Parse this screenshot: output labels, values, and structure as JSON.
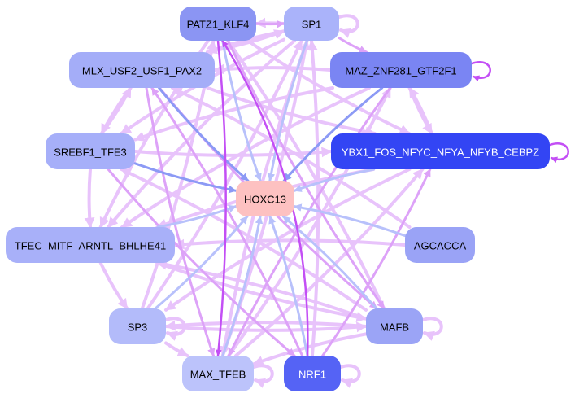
{
  "title": "Transcription factor regulatory network",
  "colors": {
    "background": "#ffffff",
    "edge_light": "#e8c3fb",
    "edge_mid": "#dda2f8",
    "edge_strong": "#c34ff5",
    "edge_blue_light": "#b8c1fb",
    "edge_blue": "#8c9af5"
  },
  "nodes": [
    {
      "id": "PATZ1_KLF4",
      "label": "PATZ1_KLF4",
      "fill": "#8b95f3",
      "text": "#000000"
    },
    {
      "id": "SP1",
      "label": "SP1",
      "fill": "#aab3fa",
      "text": "#000000"
    },
    {
      "id": "MLX_USF2_USF1_PAX2",
      "label": "MLX_USF2_USF1_PAX2",
      "fill": "#a4adf8",
      "text": "#000000"
    },
    {
      "id": "MAZ_ZNF281_GTF2F1",
      "label": "MAZ_ZNF281_GTF2F1",
      "fill": "#7a85f3",
      "text": "#000000"
    },
    {
      "id": "SREBF1_TFE3",
      "label": "SREBF1_TFE3",
      "fill": "#a6aff9",
      "text": "#000000"
    },
    {
      "id": "YBX1_FOS_NFYC_NFYA_NFYB_CEBPZ",
      "label": "YBX1_FOS_NFYC_NFYA_NFYB_CEBPZ",
      "fill": "#3345f4",
      "text": "#ffffff"
    },
    {
      "id": "HOXC13",
      "label": "HOXC13",
      "fill": "#fdc1c1",
      "text": "#000000"
    },
    {
      "id": "TFEC_MITF_ARNTL_BHLHE41",
      "label": "TFEC_MITF_ARNTL_BHLHE41",
      "fill": "#a8b0f9",
      "text": "#000000"
    },
    {
      "id": "AGCACCA",
      "label": "AGCACCA",
      "fill": "#9aa3f6",
      "text": "#000000"
    },
    {
      "id": "SP3",
      "label": "SP3",
      "fill": "#b3bbfa",
      "text": "#000000"
    },
    {
      "id": "MAFB",
      "label": "MAFB",
      "fill": "#9ba4f6",
      "text": "#000000"
    },
    {
      "id": "MAX_TFEB",
      "label": "MAX_TFEB",
      "fill": "#bcc3fb",
      "text": "#000000"
    },
    {
      "id": "NRF1",
      "label": "NRF1",
      "fill": "#5563f5",
      "text": "#ffffff"
    }
  ],
  "edges": [
    {
      "from": "PATZ1_KLF4",
      "to": "HOXC13",
      "color": "edge_blue_light"
    },
    {
      "from": "SP1",
      "to": "HOXC13",
      "color": "edge_blue_light"
    },
    {
      "from": "MLX_USF2_USF1_PAX2",
      "to": "HOXC13",
      "color": "edge_blue"
    },
    {
      "from": "MAZ_ZNF281_GTF2F1",
      "to": "HOXC13",
      "color": "edge_blue"
    },
    {
      "from": "SREBF1_TFE3",
      "to": "HOXC13",
      "color": "edge_blue"
    },
    {
      "from": "YBX1_FOS_NFYC_NFYA_NFYB_CEBPZ",
      "to": "HOXC13",
      "color": "edge_blue_light"
    },
    {
      "from": "TFEC_MITF_ARNTL_BHLHE41",
      "to": "HOXC13",
      "color": "edge_blue_light"
    },
    {
      "from": "AGCACCA",
      "to": "HOXC13",
      "color": "edge_blue_light"
    },
    {
      "from": "SP3",
      "to": "HOXC13",
      "color": "edge_blue_light"
    },
    {
      "from": "MAFB",
      "to": "HOXC13",
      "color": "edge_blue_light"
    },
    {
      "from": "MAX_TFEB",
      "to": "HOXC13",
      "color": "edge_blue_light"
    },
    {
      "from": "NRF1",
      "to": "HOXC13",
      "color": "edge_blue_light"
    },
    {
      "from": "NRF1",
      "to": "PATZ1_KLF4",
      "color": "edge_strong",
      "curve": 0.15
    },
    {
      "from": "PATZ1_KLF4",
      "to": "MAX_TFEB",
      "color": "edge_strong",
      "curve": -0.05
    },
    {
      "from": "NRF1",
      "to": "YBX1_FOS_NFYC_NFYA_NFYB_CEBPZ",
      "color": "edge_mid"
    },
    {
      "from": "PATZ1_KLF4",
      "to": "SP1",
      "color": "edge_mid"
    },
    {
      "from": "SP1",
      "to": "PATZ1_KLF4",
      "color": "edge_light"
    },
    {
      "from": "SP1",
      "to": "MAZ_ZNF281_GTF2F1",
      "color": "edge_mid"
    },
    {
      "from": "SP1",
      "to": "MLX_USF2_USF1_PAX2",
      "color": "edge_light"
    },
    {
      "from": "MAZ_ZNF281_GTF2F1",
      "to": "MLX_USF2_USF1_PAX2",
      "color": "edge_light"
    },
    {
      "from": "MAZ_ZNF281_GTF2F1",
      "to": "YBX1_FOS_NFYC_NFYA_NFYB_CEBPZ",
      "color": "edge_light"
    },
    {
      "from": "YBX1_FOS_NFYC_NFYA_NFYB_CEBPZ",
      "to": "MAZ_ZNF281_GTF2F1",
      "color": "edge_light"
    },
    {
      "from": "MLX_USF2_USF1_PAX2",
      "to": "SREBF1_TFE3",
      "color": "edge_light"
    },
    {
      "from": "SREBF1_TFE3",
      "to": "MLX_USF2_USF1_PAX2",
      "color": "edge_light"
    },
    {
      "from": "SREBF1_TFE3",
      "to": "YBX1_FOS_NFYC_NFYA_NFYB_CEBPZ",
      "color": "edge_light"
    },
    {
      "from": "SREBF1_TFE3",
      "to": "TFEC_MITF_ARNTL_BHLHE41",
      "color": "edge_light"
    },
    {
      "from": "TFEC_MITF_ARNTL_BHLHE41",
      "to": "SP3",
      "color": "edge_light"
    },
    {
      "from": "SP3",
      "to": "MAFB",
      "color": "edge_light"
    },
    {
      "from": "MAFB",
      "to": "SP3",
      "color": "edge_light"
    },
    {
      "from": "SP3",
      "to": "MAX_TFEB",
      "color": "edge_light"
    },
    {
      "from": "MAFB",
      "to": "TFEC_MITF_ARNTL_BHLHE41",
      "color": "edge_light"
    },
    {
      "from": "MAFB",
      "to": "SREBF1_TFE3",
      "color": "edge_light"
    },
    {
      "from": "MAFB",
      "to": "MAX_TFEB",
      "color": "edge_light"
    },
    {
      "from": "MAFB",
      "to": "PATZ1_KLF4",
      "color": "edge_light"
    },
    {
      "from": "AGCACCA",
      "to": "TFEC_MITF_ARNTL_BHLHE41",
      "color": "edge_light"
    },
    {
      "from": "AGCACCA",
      "to": "MLX_USF2_USF1_PAX2",
      "color": "edge_light"
    },
    {
      "from": "MAX_TFEB",
      "to": "YBX1_FOS_NFYC_NFYA_NFYB_CEBPZ",
      "color": "edge_light"
    },
    {
      "from": "MAX_TFEB",
      "to": "MAZ_ZNF281_GTF2F1",
      "color": "edge_light"
    },
    {
      "from": "NRF1",
      "to": "MLX_USF2_USF1_PAX2",
      "color": "edge_mid"
    },
    {
      "from": "NRF1",
      "to": "SP1",
      "color": "edge_light"
    },
    {
      "from": "MLX_USF2_USF1_PAX2",
      "to": "MAFB",
      "color": "edge_mid"
    },
    {
      "from": "MLX_USF2_USF1_PAX2",
      "to": "MAX_TFEB",
      "color": "edge_mid"
    },
    {
      "from": "MLX_USF2_USF1_PAX2",
      "to": "YBX1_FOS_NFYC_NFYA_NFYB_CEBPZ",
      "color": "edge_light"
    },
    {
      "from": "SP1",
      "to": "TFEC_MITF_ARNTL_BHLHE41",
      "color": "edge_light"
    },
    {
      "from": "SP1",
      "to": "SREBF1_TFE3",
      "color": "edge_light"
    },
    {
      "from": "SP1",
      "to": "MAX_TFEB",
      "color": "edge_light"
    },
    {
      "from": "PATZ1_KLF4",
      "to": "MAFB",
      "color": "edge_mid"
    },
    {
      "from": "PATZ1_KLF4",
      "to": "YBX1_FOS_NFYC_NFYA_NFYB_CEBPZ",
      "color": "edge_light"
    },
    {
      "from": "PATZ1_KLF4",
      "to": "TFEC_MITF_ARNTL_BHLHE41",
      "color": "edge_light"
    },
    {
      "from": "MAZ_ZNF281_GTF2F1",
      "to": "TFEC_MITF_ARNTL_BHLHE41",
      "color": "edge_light"
    },
    {
      "from": "MAZ_ZNF281_GTF2F1",
      "to": "SREBF1_TFE3",
      "color": "edge_light"
    },
    {
      "from": "MAZ_ZNF281_GTF2F1",
      "to": "MAX_TFEB",
      "color": "edge_mid"
    },
    {
      "from": "YBX1_FOS_NFYC_NFYA_NFYB_CEBPZ",
      "to": "SP3",
      "color": "edge_light"
    },
    {
      "from": "YBX1_FOS_NFYC_NFYA_NFYB_CEBPZ",
      "to": "TFEC_MITF_ARNTL_BHLHE41",
      "color": "edge_light"
    },
    {
      "from": "TFEC_MITF_ARNTL_BHLHE41",
      "to": "MAFB",
      "color": "edge_light"
    },
    {
      "from": "SREBF1_TFE3",
      "to": "NRF1",
      "color": "edge_mid"
    },
    {
      "from": "SP3",
      "to": "PATZ1_KLF4",
      "color": "edge_light"
    },
    {
      "from": "SP3",
      "to": "SP1",
      "color": "edge_light"
    },
    {
      "from": "MAX_TFEB",
      "to": "SP1",
      "color": "edge_light"
    },
    {
      "from": "MLX_USF2_USF1_PAX2",
      "to": "SP1",
      "color": "edge_light"
    }
  ],
  "self_loops": [
    {
      "node": "SP1",
      "color": "edge_light"
    },
    {
      "node": "MAZ_ZNF281_GTF2F1",
      "color": "edge_strong"
    },
    {
      "node": "YBX1_FOS_NFYC_NFYA_NFYB_CEBPZ",
      "color": "edge_strong"
    },
    {
      "node": "MAFB",
      "color": "edge_light"
    },
    {
      "node": "MAX_TFEB",
      "color": "edge_light"
    },
    {
      "node": "NRF1",
      "color": "edge_light"
    },
    {
      "node": "SP3",
      "color": "edge_light"
    }
  ]
}
